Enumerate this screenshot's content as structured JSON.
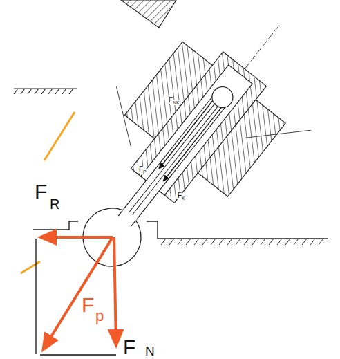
{
  "diagram": {
    "labels": [
      "F",
      "NK",
      "F",
      "P",
      "F",
      "K",
      "F",
      "R",
      "F",
      "p",
      "F",
      "N"
    ]
  }
}
